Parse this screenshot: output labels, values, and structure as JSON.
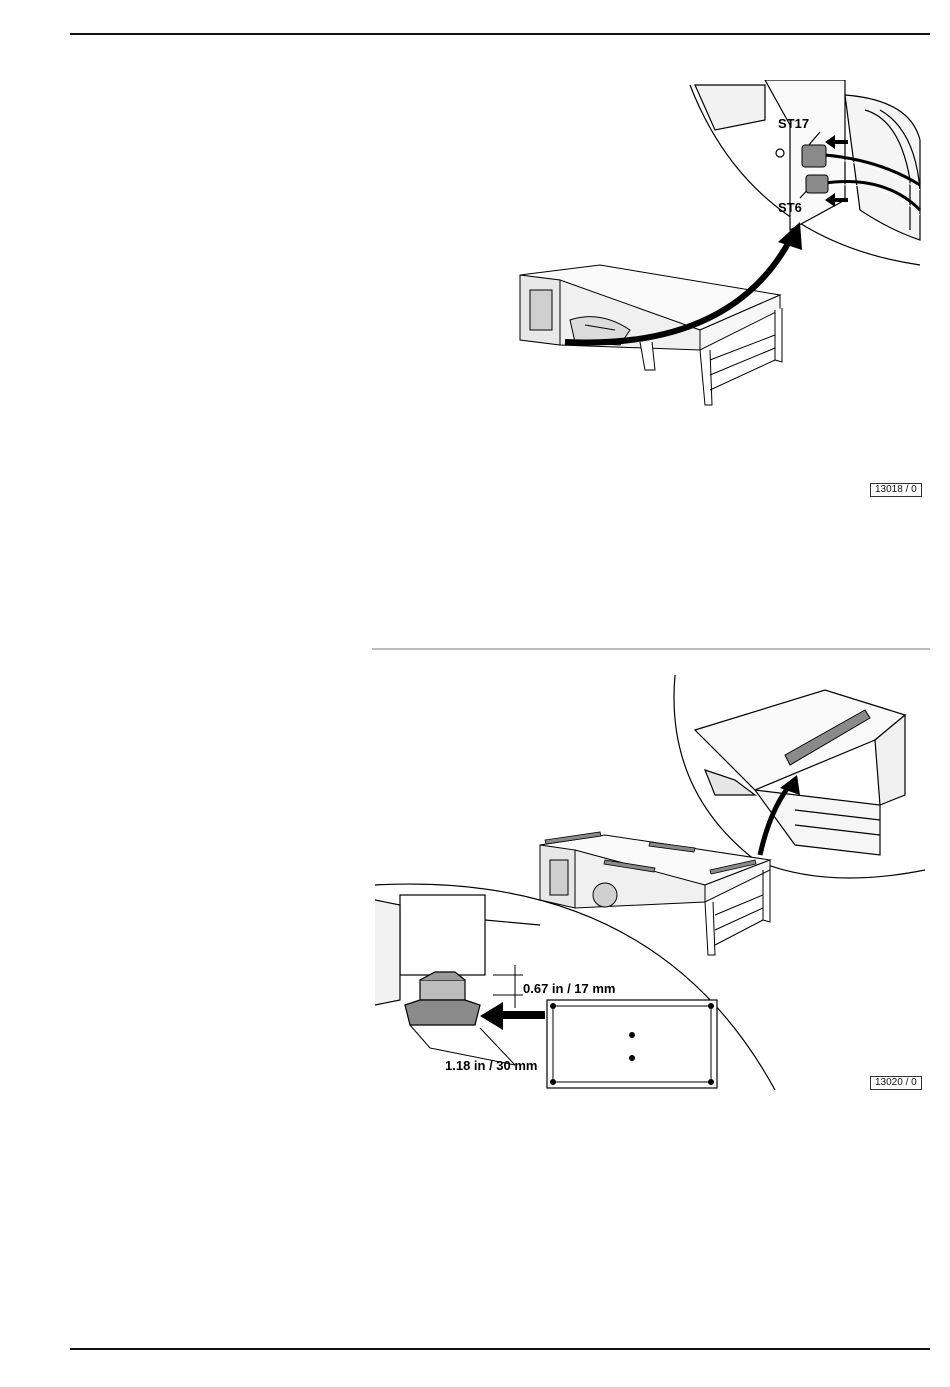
{
  "figure1": {
    "connector_top": "ST17",
    "connector_bottom": "ST6",
    "figure_number": "13018 / 0"
  },
  "figure2": {
    "dimension_height": "0.67 in / 17 mm",
    "dimension_width": "1.18 in / 30 mm",
    "figure_number": "13020 / 0"
  }
}
